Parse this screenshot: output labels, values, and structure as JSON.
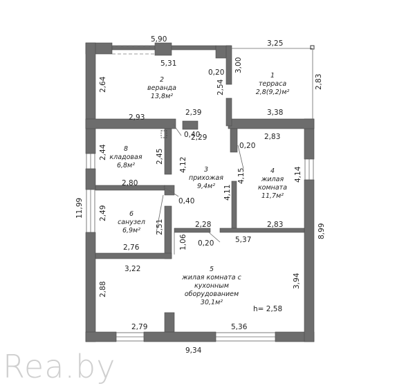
{
  "watermark": "Rea.by",
  "ceiling_height": "h= 2,58",
  "rooms": [
    {
      "id": "terrace",
      "number": "1",
      "name": "терраса",
      "area": "2,8(9,2)м²"
    },
    {
      "id": "veranda",
      "number": "2",
      "name": "веранда",
      "area": "13,8м²"
    },
    {
      "id": "hallway",
      "number": "3",
      "name": "прихожая",
      "area": "9,4м²"
    },
    {
      "id": "bedroom",
      "number": "4",
      "name_lines": [
        "жилая",
        "комната"
      ],
      "area": "11,7м²"
    },
    {
      "id": "living-kitchen",
      "number": "5",
      "name_lines": [
        "жилая комната с",
        "кухонным",
        "оборудованием"
      ],
      "area": "30,1м²"
    },
    {
      "id": "bathroom",
      "number": "6",
      "name": "санузел",
      "area": "6,9м²"
    },
    {
      "id": "pantry",
      "number": "8",
      "name": "кладовая",
      "area": "6,8м²"
    }
  ],
  "dimensions": {
    "top_veranda_outer": "5,90",
    "top_veranda_inner": "5,31",
    "top_terrace": "3,25",
    "terrace_depth_vertical": "3,00",
    "terrace_height_right": "2,83",
    "veranda_left_height": "2,64",
    "veranda_partition_small": "0,20",
    "veranda_partition_height": "2,54",
    "veranda_bottom_left": "2,93",
    "veranda_bottom_right": "2,39",
    "terrace_bottom": "3,38",
    "wall_thickness_a": "0,40",
    "hall_top_width": "2,29",
    "wall_thickness_b": "0,20",
    "bedroom_top": "2,83",
    "pantry_height": "2,44",
    "pantry_side_height": "2,45",
    "hall_left_height": "4,12",
    "hall_right_height": "4,11",
    "bedroom_inner_height": "4,15",
    "bedroom_outer_height": "4,14",
    "pantry_bottom": "2,80",
    "wall_thickness_c": "0,40",
    "overall_height_left": "11,99",
    "right_lower_height": "8,99",
    "bathroom_height": "2,49",
    "bathroom_side_height": "2,51",
    "hall_bottom": "2,28",
    "bedroom_bottom": "2,83",
    "corridor_small": "1,06",
    "wall_thickness_d": "0,20",
    "living_top": "5,37",
    "bathroom_bottom": "2,76",
    "living_top_left": "3,22",
    "living_left_height": "2,88",
    "living_right_height": "3,94",
    "bottom_left": "2,79",
    "bottom_right": "5,36",
    "overall_width": "9,34"
  }
}
